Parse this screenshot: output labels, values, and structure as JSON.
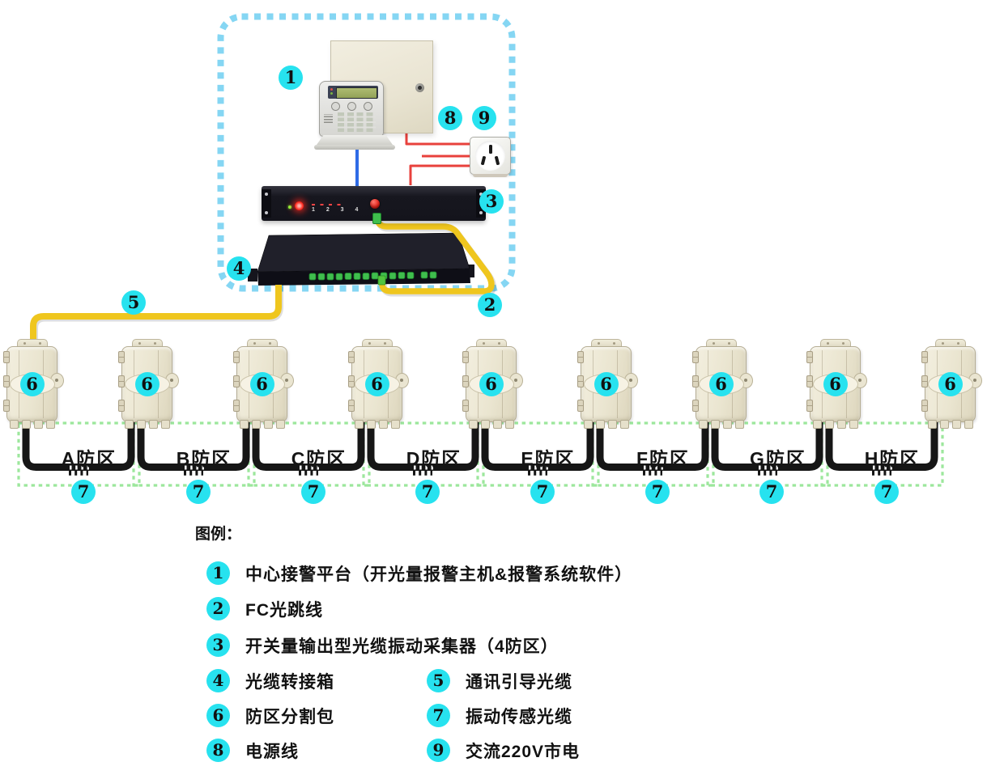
{
  "colors": {
    "badge_cyan": "#27E2EF",
    "dash_border_blue": "#85D6F3",
    "zone_dash_green": "#9CE79C",
    "cable_yellow": "#EFC61E",
    "sensor_cable_black": "#161616",
    "power_wire_red": "#E8413C",
    "keypad_wire_blue": "#2E6BE6"
  },
  "diagram": {
    "badge_platform": "1",
    "badge_fc_jumper": "2",
    "badge_collector": "3",
    "badge_patch_box": "4",
    "badge_guide_cable": "5",
    "badge_zone_splitter": "6",
    "badge_sensor_cable": "7",
    "badge_power_cord": "8",
    "badge_mains": "9",
    "device3_channels": "1 2 3 4",
    "zones": [
      "A防区",
      "B防区",
      "C防区",
      "D防区",
      "E防区",
      "F防区",
      "G防区",
      "H防区"
    ]
  },
  "legend": {
    "title": "图例：",
    "items": [
      {
        "num": "1",
        "text": "中心接警平台（开光量报警主机&报警系统软件）"
      },
      {
        "num": "2",
        "text": "FC光跳线"
      },
      {
        "num": "3",
        "text": "开关量输出型光缆振动采集器（4防区）"
      },
      {
        "num": "4",
        "text": "光缆转接箱"
      },
      {
        "num": "5",
        "text": "通讯引导光缆"
      },
      {
        "num": "6",
        "text": "防区分割包"
      },
      {
        "num": "7",
        "text": "振动传感光缆"
      },
      {
        "num": "8",
        "text": "电源线"
      },
      {
        "num": "9",
        "text": "交流220V市电"
      }
    ]
  }
}
